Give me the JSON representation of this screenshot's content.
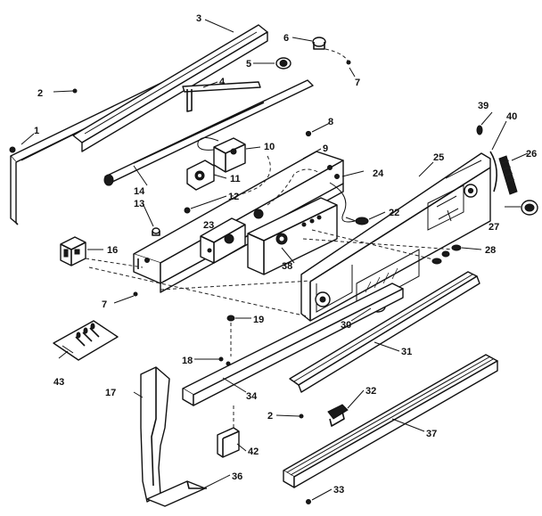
{
  "callouts": {
    "c1": "1",
    "c2a": "2",
    "c2b": "2",
    "c3": "3",
    "c4": "4",
    "c5": "5",
    "c6": "6",
    "c7a": "7",
    "c7b": "7",
    "c8": "8",
    "c9": "9",
    "c10": "10",
    "c11": "11",
    "c12": "12",
    "c13": "13",
    "c14": "14",
    "c16": "16",
    "c17": "17",
    "c18": "18",
    "c19": "19",
    "c22": "22",
    "c23": "23",
    "c24": "24",
    "c25": "25",
    "c26": "26",
    "c27": "27",
    "c28": "28",
    "c30": "30",
    "c31": "31",
    "c32": "32",
    "c33": "33",
    "c34": "34",
    "c36": "36",
    "c37": "37",
    "c38": "38",
    "c39": "39",
    "c40": "40",
    "c42": "42",
    "c43": "43"
  }
}
